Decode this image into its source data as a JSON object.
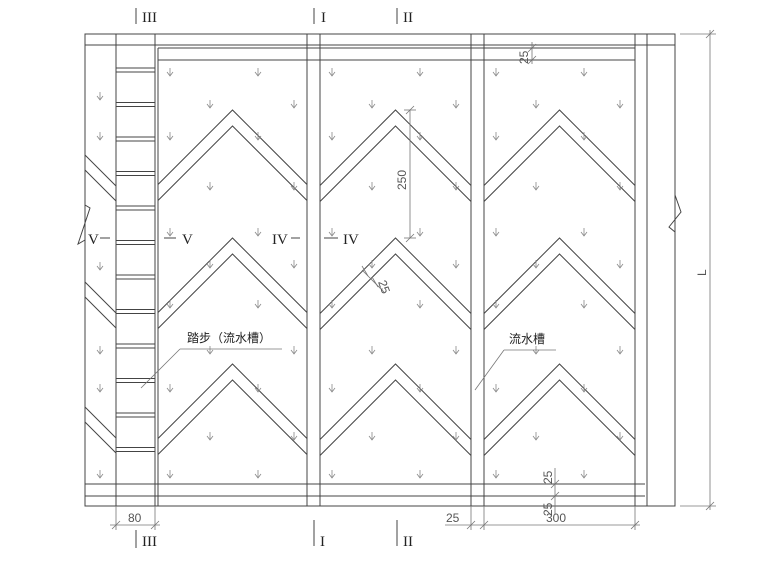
{
  "section_marks": {
    "III_top": "III",
    "I_top": "I",
    "II_top": "II",
    "III_bottom": "III",
    "I_bottom": "I",
    "II_bottom": "II",
    "V_left": "V",
    "V_right": "V",
    "IV_left": "IV",
    "IV_right": "IV"
  },
  "labels": {
    "steps": "踏步（流水槽）",
    "channel": "流水槽"
  },
  "dimensions": {
    "top_25": "25",
    "chevron_250": "250",
    "chevron_25": "25",
    "right_L": "L",
    "bottom_80": "80",
    "bottom_25_left": "25",
    "bottom_300": "300",
    "bottom_25_v1": "25",
    "bottom_25_v2": "25"
  }
}
